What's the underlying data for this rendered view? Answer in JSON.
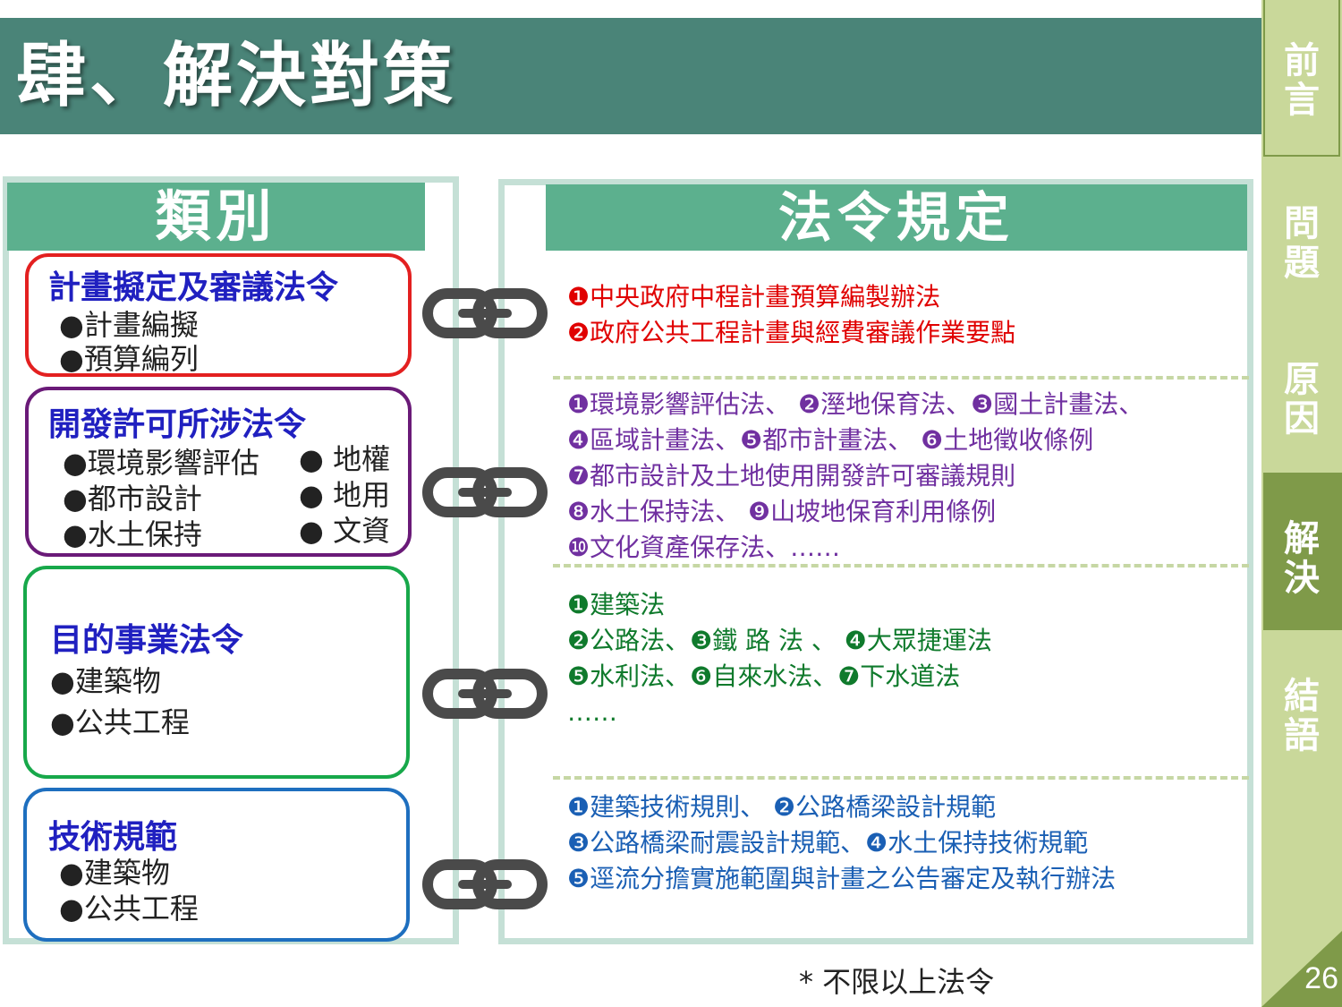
{
  "title": "肆、解決對策",
  "sidenav": {
    "items": [
      {
        "chars": [
          "前",
          "言"
        ]
      },
      {
        "chars": [
          "問",
          "題"
        ]
      },
      {
        "chars": [
          "原",
          "因"
        ]
      },
      {
        "chars": [
          "解",
          "決"
        ]
      },
      {
        "chars": [
          "結",
          "語"
        ]
      }
    ],
    "active_index": 3,
    "page_number": "26"
  },
  "left_header": "類別",
  "right_header": "法令規定",
  "categories": [
    {
      "title": "計畫擬定及審議法令",
      "items": [
        "●計畫編擬",
        "●預算編列"
      ],
      "color": "#e32020",
      "title_color": "#2020c0"
    },
    {
      "title": "開發許可所涉法令",
      "items": [
        "●環境影響評估",
        "●都市設計",
        "●水土保持"
      ],
      "items_right": [
        "● 地權",
        "● 地用",
        "● 文資"
      ],
      "color": "#6a1a78",
      "title_color": "#2020c0"
    },
    {
      "title": "目的事業法令",
      "items": [
        "●建築物",
        "●公共工程"
      ],
      "color": "#17a84a",
      "title_color": "#2020c0"
    },
    {
      "title": "技術規範",
      "items": [
        "●建築物",
        "●公共工程"
      ],
      "color": "#1e6fbf",
      "title_color": "#2020c0"
    }
  ],
  "regulations": [
    {
      "color": "#e00000",
      "lines": [
        "❶中央政府中程計畫預算編製辦法",
        "❷政府公共工程計畫與經費審議作業要點"
      ]
    },
    {
      "color": "#7030a0",
      "lines": [
        "❶環境影響評估法、 ❷溼地保育法、❸國土計畫法、",
        "❹區域計畫法、❺都市計畫法、 ❻土地徵收條例",
        "❼都市設計及土地使用開發許可審議規則",
        "❽水土保持法、 ❾山坡地保育利用條例",
        "❿文化資產保存法、……"
      ]
    },
    {
      "color": "#0f7a2c",
      "lines": [
        "❶建築法",
        "❷公路法、❸鐵 路 法 、 ❹大眾捷運法",
        "❺水利法、❻自來水法、❼下水道法",
        "……"
      ]
    },
    {
      "color": "#1a5fb4",
      "lines": [
        "❶建築技術規則、 ❷公路橋梁設計規範",
        "❸公路橋梁耐震設計規範、❹水土保持技術規範",
        "❺逕流分擔實施範圍與計畫之公告審定及執行辦法"
      ]
    }
  ],
  "footnote": "* 不限以上法令",
  "colors": {
    "title_bar": "#4a8478",
    "header": "#5cb08e",
    "panel_border": "#c5e0d6",
    "nav_bg": "#c9d89a",
    "nav_active": "#7f9a49"
  }
}
